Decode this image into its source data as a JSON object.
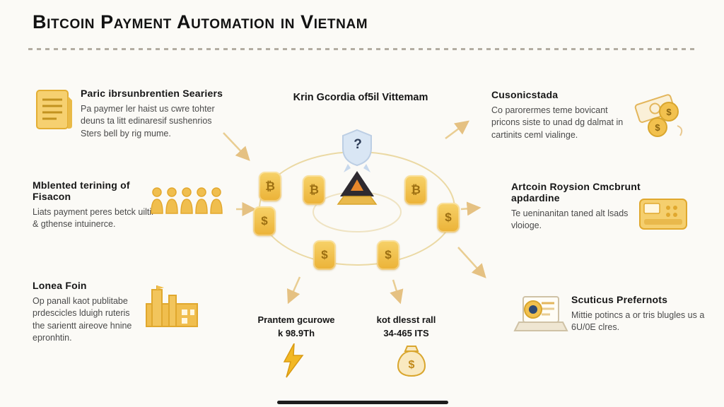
{
  "title": "Bitcoin Payment Automation in Vietnam",
  "left_column": {
    "items": [
      {
        "title": "Paric ibrsunbrentien Seariers",
        "body": "Pa paymer ler haist us cwre tohter deuns ta litt edinaresif sushenrios Sters bell by rig mume.",
        "icon": "document-icon"
      },
      {
        "title": "Mblented terining of Fisacon",
        "body": "Liats payment peres betck uiltir & gthense intuinerce.",
        "icon": "people-icon"
      },
      {
        "title": "Lonea Foin",
        "body": "Op panall kaot publitabe prdescicles lduigh ruteris the sarientt aireove hnine epronhtin.",
        "icon": "factory-icon"
      }
    ]
  },
  "center": {
    "heading": "Krin Gcordia of5il Vittemam",
    "question_mark": "?",
    "coins": [
      "₿",
      "$",
      "₿",
      "₿",
      "$",
      "$",
      "$"
    ]
  },
  "right_column": {
    "items": [
      {
        "title": "Cusonicstada",
        "body": "Co parorermes teme bovicant pricons siste to unad dg dalmat in cartinits ceml vialinge.",
        "icon": "money-icon"
      },
      {
        "title": "Artcoin Roysion Cmcbrunt apdardine",
        "body": "Te ueninanitan taned alt lsads vloioge.",
        "icon": "card-terminal-icon"
      },
      {
        "title": "Scuticus Prefernots",
        "body": "Mittie potincs a or tris blugles us a 6U/0E clres.",
        "icon": "laptop-icon"
      }
    ]
  },
  "stats": [
    {
      "label": "Prantem gcurowe",
      "value": "k 98.9Th",
      "icon": "lightning-icon"
    },
    {
      "label": "kot dlesst rall",
      "value": "34-465 ITS",
      "icon": "money-bag-icon"
    }
  ],
  "colors": {
    "accent": "#E9AE3A",
    "accent_light": "#F6D98F",
    "background": "#FBFAF6",
    "text": "#141414"
  }
}
